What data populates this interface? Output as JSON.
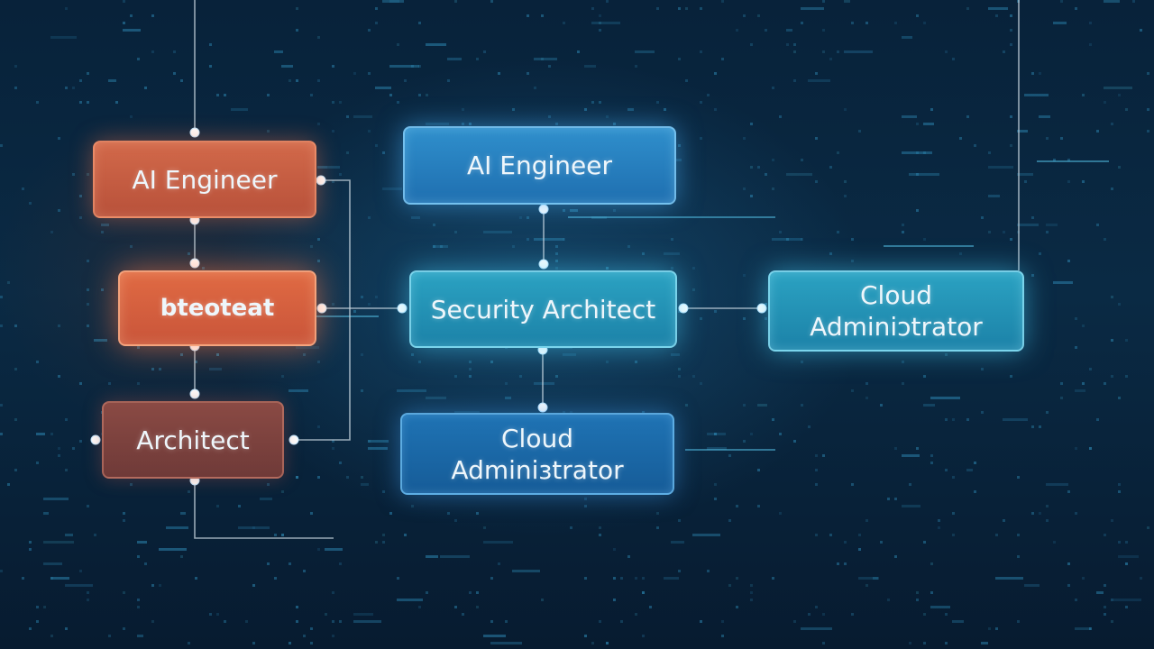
{
  "colors": {
    "background": "#08223a",
    "orange_node": "#d2694a",
    "brown_node": "#8a4a44",
    "blue_node": "#2f8fcc",
    "teal_node": "#2ba2c2",
    "connector": "#c9d8e2",
    "joint": "#ffffff"
  },
  "nodes": {
    "ai_engineer_left": {
      "lines": [
        "AI Engineer"
      ]
    },
    "bteoteat": {
      "lines": [
        "bteoteat"
      ]
    },
    "architect": {
      "lines": [
        "Architect"
      ]
    },
    "ai_engineer_center": {
      "lines": [
        "AI Engineer"
      ]
    },
    "security_architect": {
      "lines": [
        "Security Architect"
      ]
    },
    "cloud_admin_center": {
      "lines": [
        "Cloud",
        "Adminiɜtrator"
      ]
    },
    "cloud_admin_right": {
      "lines": [
        "Cloud",
        "Adminiɔtrator"
      ]
    }
  }
}
